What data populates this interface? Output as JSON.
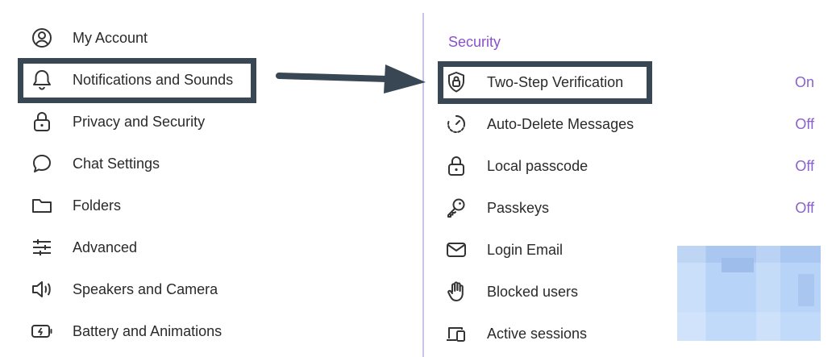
{
  "sidebar": {
    "items": [
      {
        "label": "My Account",
        "icon": "user-circle-icon"
      },
      {
        "label": "Notifications and Sounds",
        "icon": "bell-icon"
      },
      {
        "label": "Privacy and Security",
        "icon": "lock-icon"
      },
      {
        "label": "Chat Settings",
        "icon": "chat-bubble-icon"
      },
      {
        "label": "Folders",
        "icon": "folder-icon"
      },
      {
        "label": "Advanced",
        "icon": "sliders-icon"
      },
      {
        "label": "Speakers and Camera",
        "icon": "speaker-icon"
      },
      {
        "label": "Battery and Animations",
        "icon": "battery-icon"
      }
    ]
  },
  "panel": {
    "section_title": "Security",
    "items": [
      {
        "label": "Two-Step Verification",
        "value": "On",
        "icon": "shield-lock-icon"
      },
      {
        "label": "Auto-Delete Messages",
        "value": "Off",
        "icon": "timer-icon"
      },
      {
        "label": "Local passcode",
        "value": "Off",
        "icon": "lock-icon"
      },
      {
        "label": "Passkeys",
        "value": "Off",
        "icon": "key-icon"
      },
      {
        "label": "Login Email",
        "value": "",
        "icon": "envelope-icon"
      },
      {
        "label": "Blocked users",
        "value": "",
        "icon": "hand-icon"
      },
      {
        "label": "Active sessions",
        "value": "",
        "icon": "devices-icon"
      }
    ]
  },
  "colors": {
    "accent": "#8a52c9",
    "highlight_box": "#394754",
    "divider": "#c9c3e6",
    "redaction": "#b7d4f8"
  }
}
